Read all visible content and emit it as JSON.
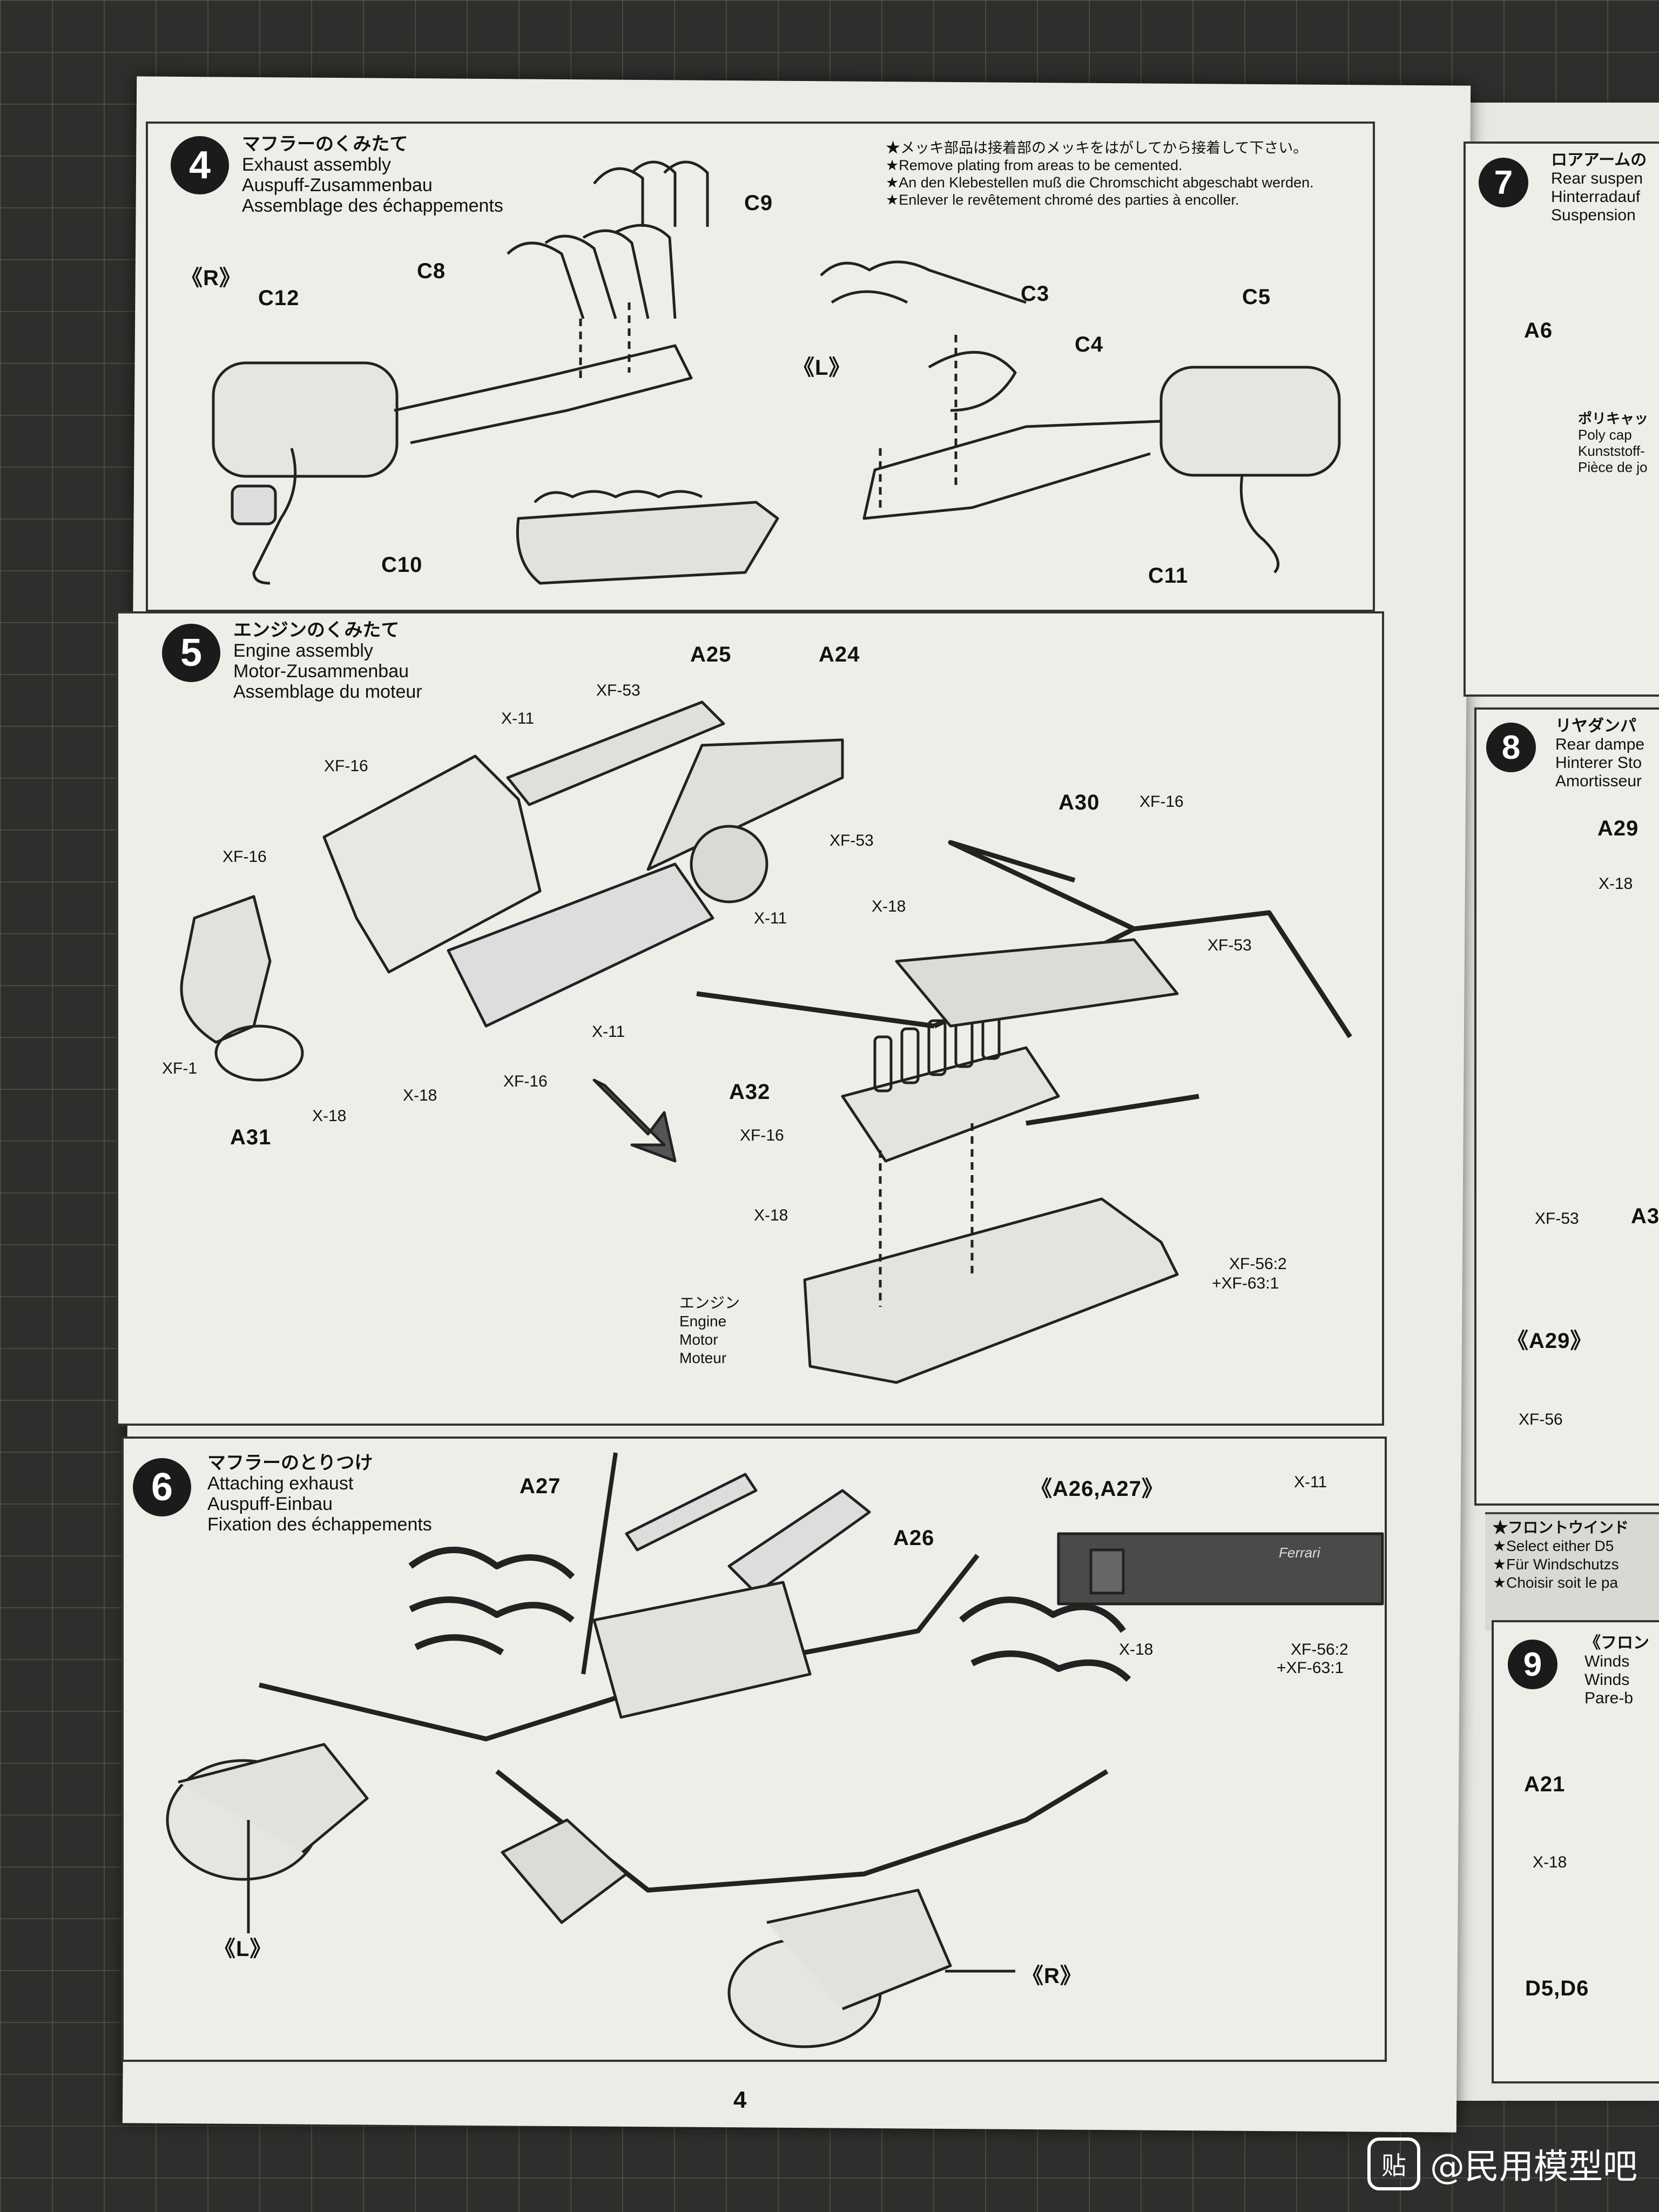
{
  "page": {
    "number": "4"
  },
  "step4": {
    "number": "4",
    "title_jp": "マフラーのくみたて",
    "title_en": "Exhaust assembly",
    "title_de": "Auspuff-Zusammenbau",
    "title_fr": "Assemblage des échappements",
    "notes": [
      "★メッキ部品は接着部のメッキをはがしてから接着して下さい。",
      "★Remove plating from areas to be cemented.",
      "★An den Klebestellen muß die Chromschicht abgeschabt werden.",
      "★Enlever le revêtement chromé des parties à encoller."
    ],
    "side_r": "《R》",
    "side_l": "《L》",
    "parts": {
      "c12": "C12",
      "c8": "C8",
      "c9": "C9",
      "c10": "C10",
      "c3": "C3",
      "c4": "C4",
      "c5": "C5",
      "c11": "C11"
    }
  },
  "step5": {
    "number": "5",
    "title_jp": "エンジンのくみたて",
    "title_en": "Engine assembly",
    "title_de": "Motor-Zusammenbau",
    "title_fr": "Assemblage du moteur",
    "parts": {
      "a25": "A25",
      "a24": "A24",
      "xf53a": "XF-53",
      "x11a": "X-11",
      "xf16a": "XF-16",
      "xf16b": "XF-16",
      "xf53b": "XF-53",
      "x11b": "X-11",
      "x11c": "X-11",
      "xf1": "XF-1",
      "x18a": "X-18",
      "x18b": "X-18",
      "xf16c": "XF-16",
      "a31": "A31",
      "a30": "A30",
      "xf16d": "XF-16",
      "x18c": "X-18",
      "xf53c": "XF-53",
      "a32": "A32",
      "xf16e": "XF-16",
      "x18d": "X-18",
      "xf56": "XF-56:2",
      "xf63": "+XF-63:1"
    },
    "engine_label": [
      "エンジン",
      "Engine",
      "Motor",
      "Moteur"
    ]
  },
  "step6": {
    "number": "6",
    "title_jp": "マフラーのとりつけ",
    "title_en": "Attaching exhaust",
    "title_de": "Auspuff-Einbau",
    "title_fr": "Fixation des échappements",
    "parts": {
      "a27": "A27",
      "a26": "A26",
      "side_l": "《L》",
      "side_r": "《R》"
    },
    "inset": {
      "title": "《A26,A27》",
      "x11": "X-11",
      "x18": "X-18",
      "xf56": "XF-56:2",
      "xf63": "+XF-63:1",
      "logo": "Ferrari"
    }
  },
  "right_page": {
    "step7": {
      "number": "7",
      "lines": [
        "ロアアームの",
        "Rear suspen",
        "Hinterradauf",
        "Suspension"
      ]
    },
    "a6": "A6",
    "polycap": [
      "ポリキャッ",
      "Poly cap",
      "Kunststoff-",
      "Pièce de jo"
    ],
    "step8": {
      "number": "8",
      "lines": [
        "リヤダンパ",
        "Rear dampe",
        "Hinterer Sto",
        "Amortisseur"
      ]
    },
    "a29": "A29",
    "x18": "X-18",
    "xf53": "XF-53",
    "a3": "A3",
    "a29b": "《A29》",
    "xf56": "XF-56",
    "notice": [
      "★フロントウインド",
      "★Select either D5",
      "★Für Windschutzs",
      "★Choisir soit le pa"
    ],
    "step9": {
      "number": "9",
      "lines": [
        "《フロン",
        "Winds",
        "Winds",
        "Pare-b"
      ]
    },
    "a21": "A21",
    "x18b": "X-18",
    "d5d6": "D5,D6"
  },
  "watermark": {
    "icon": "贴",
    "text": "@民用模型吧"
  }
}
